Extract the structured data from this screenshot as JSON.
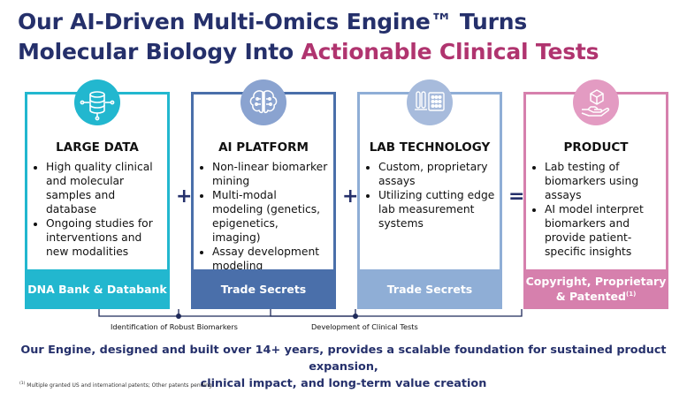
{
  "title": {
    "line1": "Our AI-Driven Multi-Omics Engine™ Turns",
    "line2_part1": "Molecular Biology Into ",
    "line2_accent": "Actionable Clinical Tests"
  },
  "colors": {
    "navy": "#25306b",
    "magenta": "#b0346f",
    "teal": "#22b7cf",
    "blue": "#4a6faa",
    "lightblue": "#8faed6",
    "pink": "#d680ad"
  },
  "cards": [
    {
      "icon": "database-icon",
      "title": "LARGE DATA",
      "bullets": [
        "High quality clinical and molecular samples and database",
        "Ongoing studies for interventions and new modalities"
      ],
      "footer": "DNA Bank & Databank"
    },
    {
      "icon": "brain-circuit-icon",
      "title": "AI PLATFORM",
      "bullets": [
        "Non-linear biomarker mining",
        "Multi-modal modeling (genetics, epigenetics, imaging)",
        "Assay development modeling"
      ],
      "footer": "Trade Secrets"
    },
    {
      "icon": "lab-tubes-plate-icon",
      "title": "LAB TECHNOLOGY",
      "bullets": [
        "Custom, proprietary assays",
        "Utilizing cutting edge lab measurement systems"
      ],
      "footer": "Trade Secrets"
    },
    {
      "icon": "hand-box-icon",
      "title": "PRODUCT",
      "bullets": [
        "Lab testing of biomarkers using assays",
        "AI model interpret biomarkers and provide patient-specific insights"
      ],
      "footer_line1": "Copyright, Proprietary",
      "footer_line2": "& Patented",
      "footer_sup": "(1)"
    }
  ],
  "operators": [
    "+",
    "+",
    "="
  ],
  "brackets": {
    "left_label": "Identification of Robust Biomarkers",
    "right_label": "Development of Clinical Tests"
  },
  "bottom_text": {
    "line1": "Our Engine, designed and built over 14+ years, provides a scalable foundation for sustained product expansion,",
    "line2": "clinical impact, and long-term value creation"
  },
  "footnote": {
    "marker": "(1)",
    "text": " Multiple granted US and international patents; Other patents pending"
  }
}
